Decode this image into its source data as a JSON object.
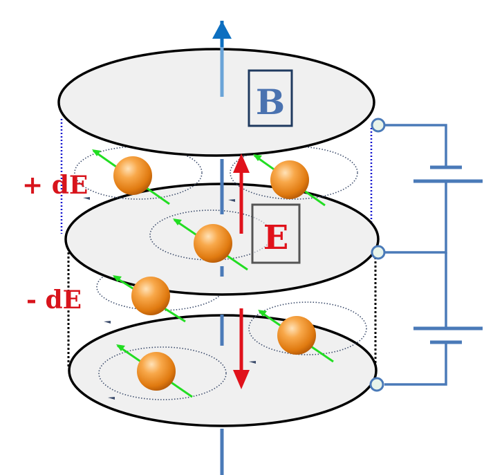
{
  "labels": {
    "magnetic_field": "B",
    "electric_field": "E",
    "plus_de": "+ dE",
    "minus_de": "- dE"
  },
  "colors": {
    "plate_fill": "#f0f0f0",
    "plate_stroke": "#000000",
    "axis": "#4a7ab8",
    "axis_arrow": "#0d6fc0",
    "e_arrow": "#e0121b",
    "de_text": "#d8141c",
    "b_text": "#4a72b0",
    "b_box": "#1f3a5f",
    "e_box": "#555555",
    "wire": "#4a7ab8",
    "terminal": "#e8f4ea",
    "spin": "#22dd22",
    "orbit": "#3a4a6a",
    "particle": "#f08a1c"
  },
  "icons": {
    "particle": "orange-sphere-icon",
    "battery": "battery-cell-icon",
    "terminal": "terminal-ring-icon"
  }
}
